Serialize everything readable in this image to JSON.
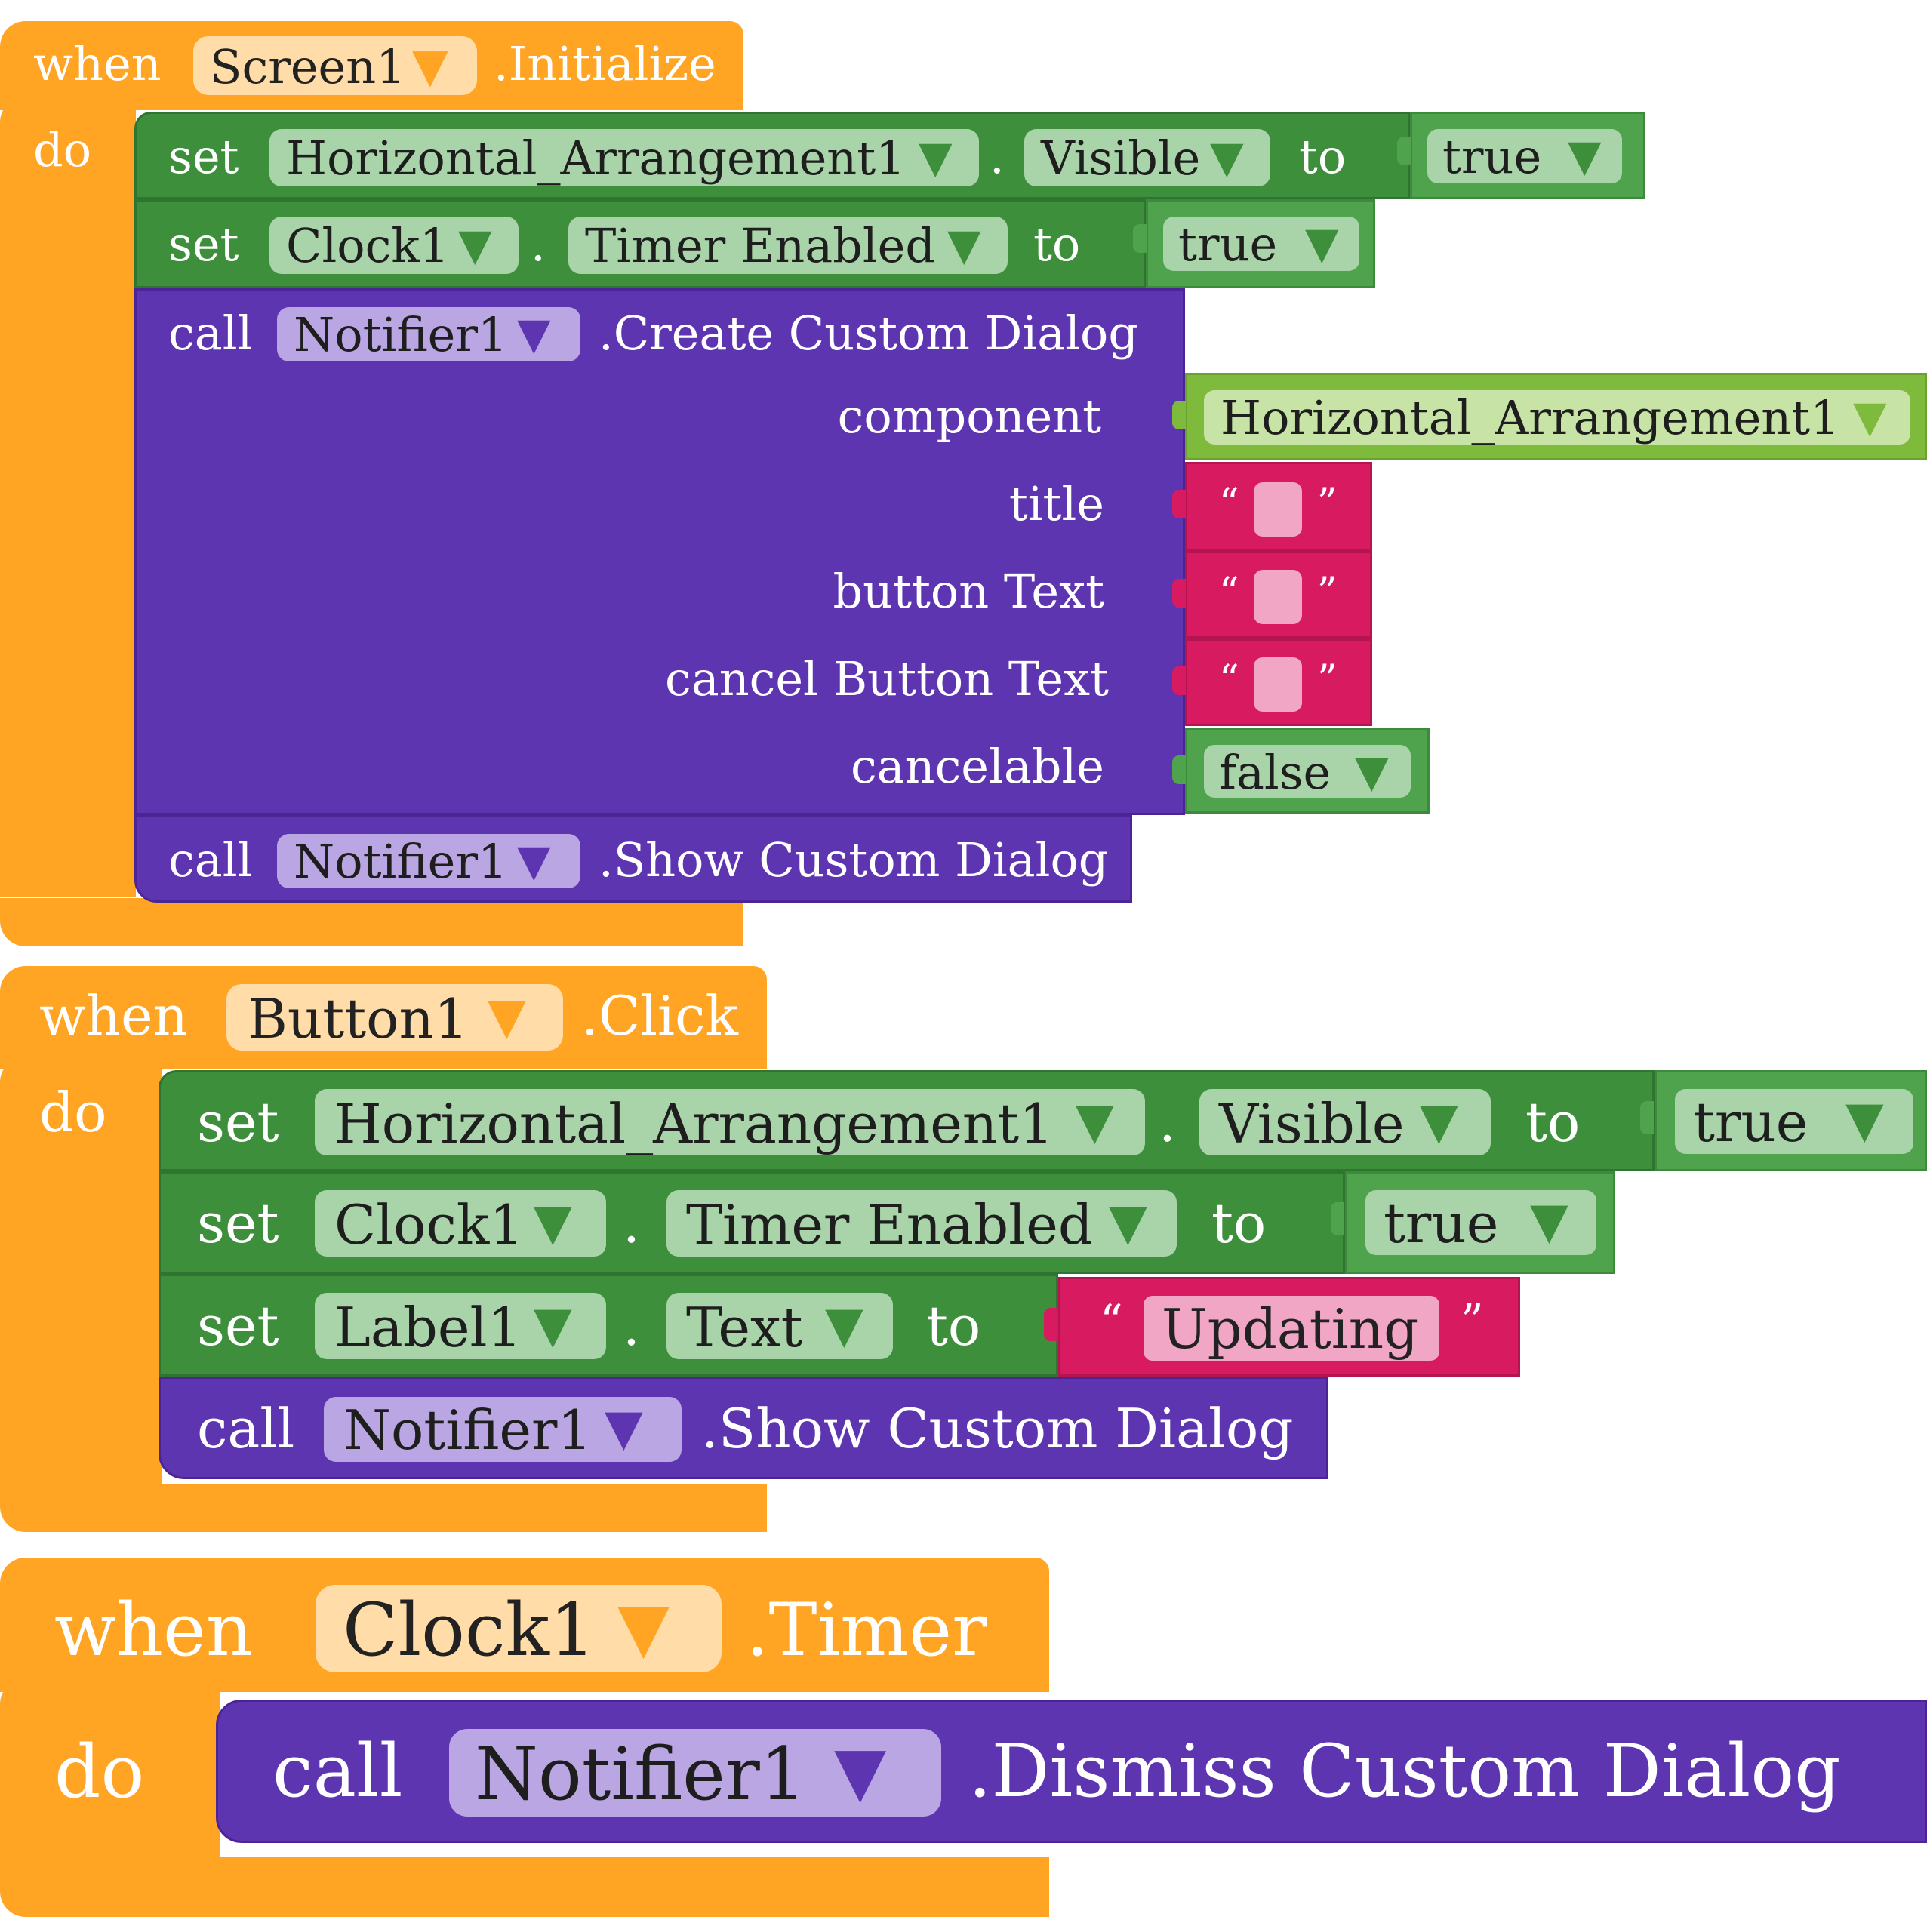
{
  "colors": {
    "event": "#FFA423",
    "setter": "#3D8F3C",
    "logic": "#4FA34D",
    "component": "#7EBA3C",
    "procedure_call": "#5E35B1",
    "text": "#D81B60"
  },
  "icons": {
    "dropdown": "triangle-down-icon"
  },
  "blocks": {
    "screen_init": {
      "when": "when",
      "component": "Screen1",
      "event": ".Initialize",
      "do": "do",
      "set1": {
        "set": "set",
        "component": "Horizontal_Arrangement1",
        "dot": ".",
        "property": "Visible",
        "to": "to",
        "value": "true"
      },
      "set2": {
        "set": "set",
        "component": "Clock1",
        "dot": ".",
        "property": "Timer Enabled",
        "to": "to",
        "value": "true"
      },
      "create_dialog": {
        "call": "call",
        "component": "Notifier1",
        "method": ".Create Custom Dialog",
        "arg_component_label": "component",
        "arg_component_value": "Horizontal_Arrangement1",
        "arg_title_label": "title",
        "arg_button_text_label": "button Text",
        "arg_cancel_button_text_label": "cancel Button Text",
        "arg_cancelable_label": "cancelable",
        "arg_cancelable_value": "false",
        "open_quote": "“",
        "close_quote": "”"
      },
      "show_dialog": {
        "call": "call",
        "component": "Notifier1",
        "method": ".Show Custom Dialog"
      }
    },
    "button_click": {
      "when": "when",
      "component": "Button1",
      "event": ".Click",
      "do": "do",
      "set1": {
        "set": "set",
        "component": "Horizontal_Arrangement1",
        "dot": ".",
        "property": "Visible",
        "to": "to",
        "value": "true"
      },
      "set2": {
        "set": "set",
        "component": "Clock1",
        "dot": ".",
        "property": "Timer Enabled",
        "to": "to",
        "value": "true"
      },
      "set3": {
        "set": "set",
        "component": "Label1",
        "dot": ".",
        "property": "Text",
        "to": "to",
        "value": "Updating",
        "open_quote": "“",
        "close_quote": "”"
      },
      "show_dialog": {
        "call": "call",
        "component": "Notifier1",
        "method": ".Show Custom Dialog"
      }
    },
    "clock_timer": {
      "when": "when",
      "component": "Clock1",
      "event": ".Timer",
      "do": "do",
      "dismiss": {
        "call": "call",
        "component": "Notifier1",
        "method": ".Dismiss Custom Dialog"
      }
    }
  }
}
